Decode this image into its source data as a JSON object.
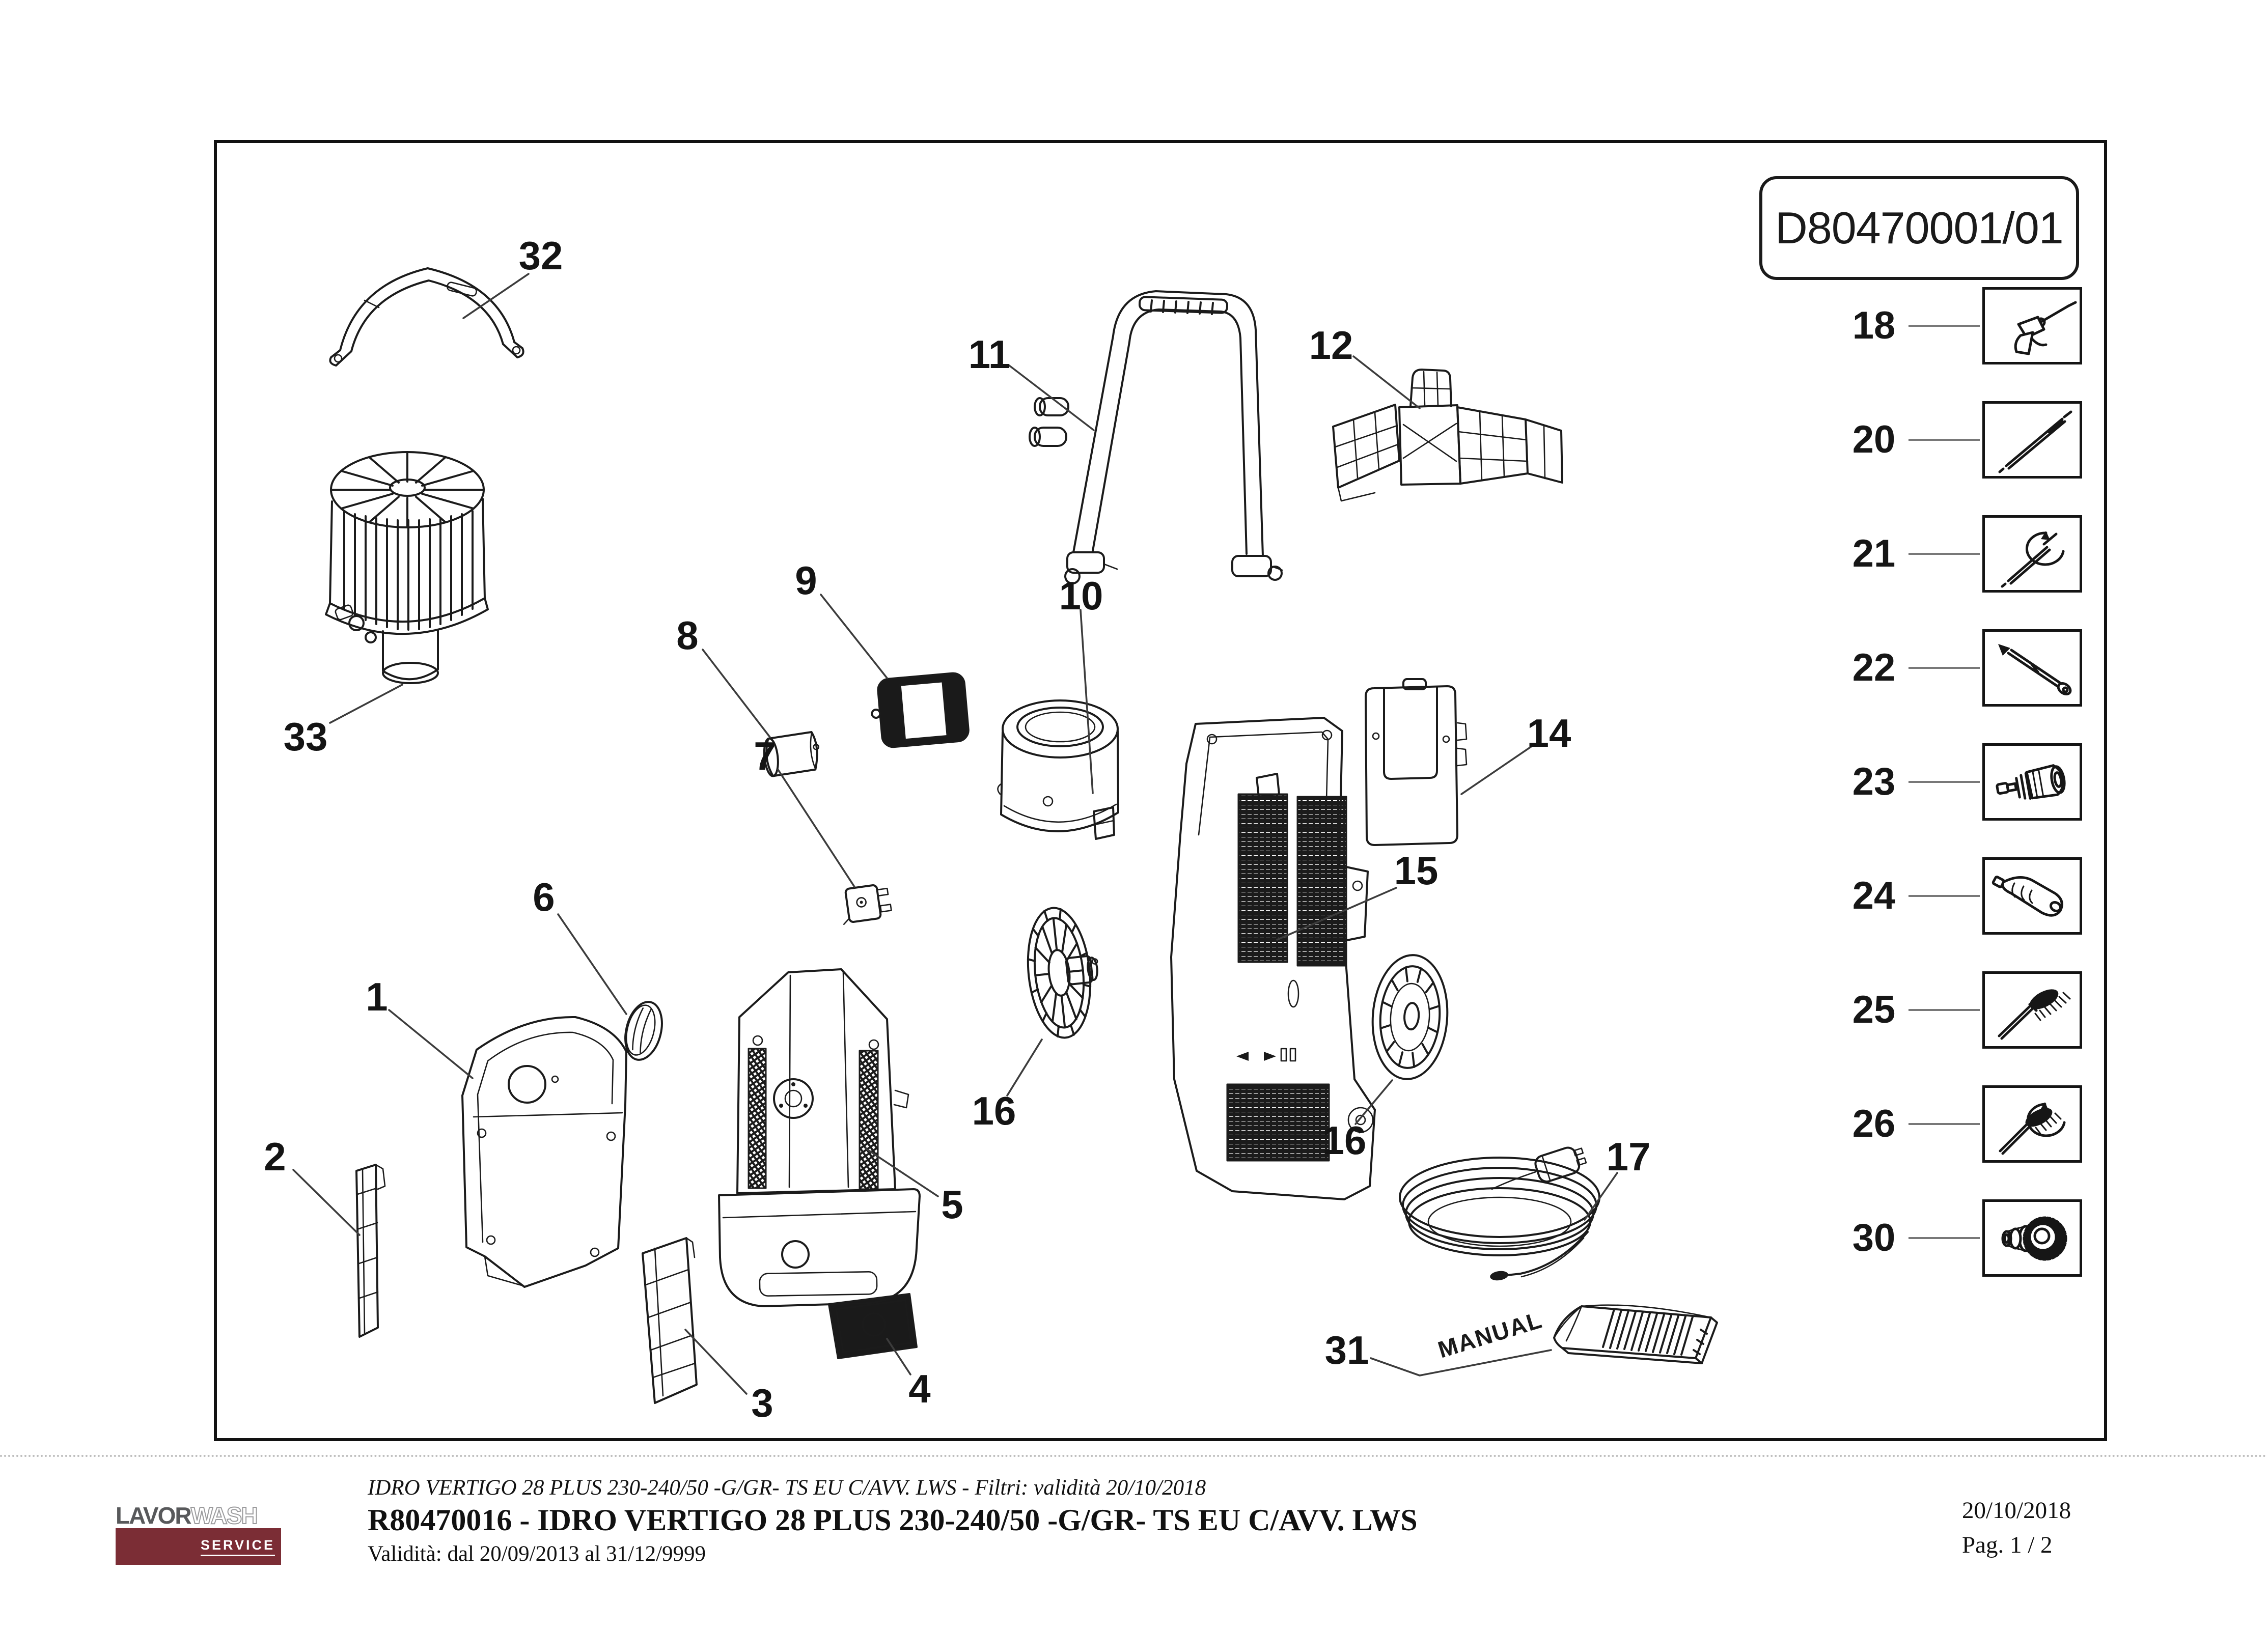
{
  "document": {
    "code": "D80470001/01",
    "manual_tag": "MANUAL"
  },
  "accessories": [
    {
      "num": "18",
      "icon": "spray-gun-icon"
    },
    {
      "num": "20",
      "icon": "lance-icon"
    },
    {
      "num": "21",
      "icon": "rotating-lance-icon"
    },
    {
      "num": "22",
      "icon": "nozzle-lance-icon"
    },
    {
      "num": "23",
      "icon": "quick-coupling-icon"
    },
    {
      "num": "24",
      "icon": "turbo-nozzle-icon"
    },
    {
      "num": "25",
      "icon": "brush-icon"
    },
    {
      "num": "26",
      "icon": "rotating-brush-icon"
    },
    {
      "num": "30",
      "icon": "hose-adapter-icon"
    }
  ],
  "callouts": {
    "part1": "1",
    "part2": "2",
    "part3": "3",
    "part4": "4",
    "part5": "5",
    "part6": "6",
    "part7": "7",
    "part8": "8",
    "part9": "9",
    "part10": "10",
    "part11": "11",
    "part12": "12",
    "part14": "14",
    "part15": "15",
    "part16a": "16",
    "part16b": "16",
    "part17": "17",
    "part31": "31",
    "part32": "32",
    "part33": "33"
  },
  "footer": {
    "model_line": "IDRO VERTIGO 28 PLUS 230-240/50 -G/GR- TS EU C/AVV. LWS - Filtri: validità 20/10/2018",
    "title_line": "R80470016 - IDRO VERTIGO 28 PLUS 230-240/50 -G/GR- TS EU C/AVV. LWS",
    "validity_line": "Validità: dal 20/09/2013 al 31/12/9999",
    "date": "20/10/2018",
    "page": "Pag. 1 / 2",
    "logo": {
      "brand_dark": "LAVOR",
      "brand_light": "WASH",
      "service": "SERVICE"
    }
  }
}
